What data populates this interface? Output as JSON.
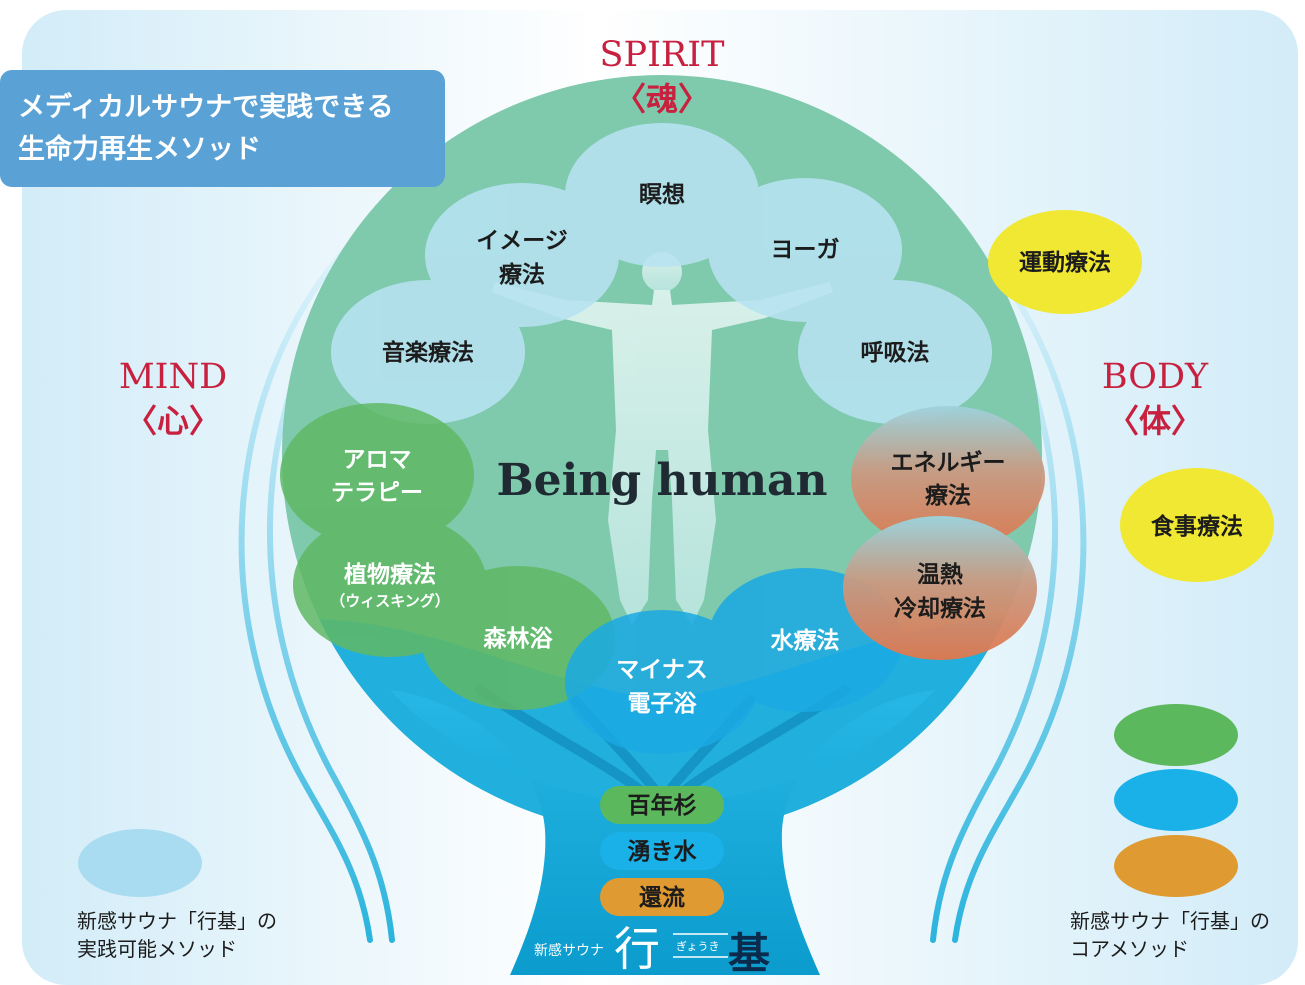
{
  "title": {
    "line1": "メディカルサウナで実践できる",
    "line2": "生命力再生メソッド"
  },
  "colors": {
    "accent_red": "#c8213f",
    "title_box": "#5aa2d6",
    "canopy_green": "#7fc9ac",
    "bubble_light_blue": "#a9dcf0",
    "bubble_green": "#5fb865",
    "bubble_blue": "#1bb3e6",
    "bubble_orange": "#d9795a",
    "bubble_yellow": "#f0e832",
    "trunk_blue": "#14a9d6",
    "core_green": "#5cb85c",
    "core_blue": "#1ab0e8",
    "core_orange": "#e09a32"
  },
  "aspects": {
    "spirit": {
      "en": "SPIRIT",
      "jp": "〈魂〉"
    },
    "mind": {
      "en": "MIND",
      "jp": "〈心〉"
    },
    "body": {
      "en": "BODY",
      "jp": "〈体〉"
    }
  },
  "center_label": "Being human",
  "methods": {
    "meditation": "瞑想",
    "imagery_1": "イメージ",
    "imagery_2": "療法",
    "yoga": "ヨーガ",
    "music": "音楽療法",
    "breathing": "呼吸法",
    "aroma_1": "アロマ",
    "aroma_2": "テラピー",
    "energy_1": "エネルギー",
    "energy_2": "療法",
    "plant_1": "植物療法",
    "plant_2": "（ウィスキング）",
    "thermal_1": "温熱",
    "thermal_2": "冷却療法",
    "forest": "森林浴",
    "hydro": "水療法",
    "negion_1": "マイナス",
    "negion_2": "電子浴",
    "exercise": "運動療法",
    "diet": "食事療法"
  },
  "core": {
    "cedar": "百年杉",
    "spring": "湧き水",
    "circulation": "還流"
  },
  "brand": {
    "prefix": "新感サウナ",
    "glyph1": "行",
    "reading": "ぎょうき",
    "glyph2": "基"
  },
  "legend": {
    "practice_1": "新感サウナ「行基」の",
    "practice_2": "実践可能メソッド",
    "core_1": "新感サウナ「行基」の",
    "core_2": "コアメソッド"
  }
}
